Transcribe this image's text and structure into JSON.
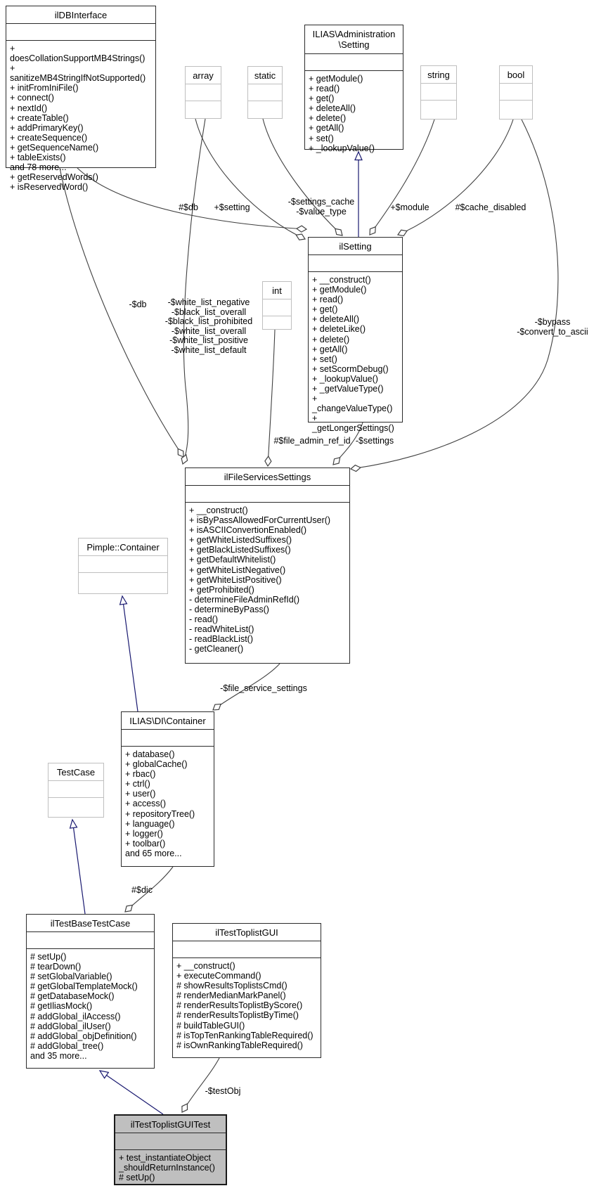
{
  "colors": {
    "inheritance_edge": "#191970",
    "usage_edge": "#404040",
    "focus_fill": "#bfbfbf",
    "external_border": "#bfbfbf",
    "class_border": "#2b2b2b"
  },
  "classes": {
    "ilDBInterface": {
      "title": "ilDBInterface",
      "methods": [
        "+ doesCollationSupportMB4Strings()",
        "+ sanitizeMB4StringIfNotSupported()",
        "+ initFromIniFile()",
        "+ connect()",
        "+ nextId()",
        "+ createTable()",
        "+ addPrimaryKey()",
        "+ createSequence()",
        "+ getSequenceName()",
        "+ tableExists()",
        "and 78 more...",
        "+ getReservedWords()",
        "+ isReservedWord()"
      ]
    },
    "array": {
      "title": "array",
      "methods": []
    },
    "static": {
      "title": "static",
      "methods": []
    },
    "admin_setting": {
      "title": "ILIAS\\Administration\n\\Setting",
      "methods": [
        "+ getModule()",
        "+ read()",
        "+ get()",
        "+ deleteAll()",
        "+ delete()",
        "+ getAll()",
        "+ set()",
        "+ _lookupValue()"
      ]
    },
    "string": {
      "title": "string",
      "methods": []
    },
    "bool": {
      "title": "bool",
      "methods": []
    },
    "ilSetting": {
      "title": "ilSetting",
      "methods": [
        "+ __construct()",
        "+ getModule()",
        "+ read()",
        "+ get()",
        "+ deleteAll()",
        "+ deleteLike()",
        "+ delete()",
        "+ getAll()",
        "+ set()",
        "+ setScormDebug()",
        "+ _lookupValue()",
        "+ _getValueType()",
        "+ _changeValueType()",
        "+ _getLongerSettings()"
      ]
    },
    "int": {
      "title": "int",
      "methods": []
    },
    "ilFileServicesSettings": {
      "title": "ilFileServicesSettings",
      "methods": [
        "+ __construct()",
        "+ isByPassAllowedForCurrentUser()",
        "+ isASCIIConvertionEnabled()",
        "+ getWhiteListedSuffixes()",
        "+ getBlackListedSuffixes()",
        "+ getDefaultWhitelist()",
        "+ getWhiteListNegative()",
        "+ getWhiteListPositive()",
        "+ getProhibited()",
        "- determineFileAdminRefId()",
        "- determineByPass()",
        "- read()",
        "- readWhiteList()",
        "- readBlackList()",
        "- getCleaner()"
      ]
    },
    "pimple": {
      "title": "Pimple::Container",
      "methods": []
    },
    "di_container": {
      "title": "ILIAS\\DI\\Container",
      "methods": [
        "+ database()",
        "+ globalCache()",
        "+ rbac()",
        "+ ctrl()",
        "+ user()",
        "+ access()",
        "+ repositoryTree()",
        "+ language()",
        "+ logger()",
        "+ toolbar()",
        "and 65 more..."
      ]
    },
    "TestCase": {
      "title": "TestCase",
      "methods": []
    },
    "ilTestBaseTestCase": {
      "title": "ilTestBaseTestCase",
      "methods": [
        "# setUp()",
        "# tearDown()",
        "# setGlobalVariable()",
        "# getGlobalTemplateMock()",
        "# getDatabaseMock()",
        "# getIliasMock()",
        "# addGlobal_ilAccess()",
        "# addGlobal_ilUser()",
        "# addGlobal_objDefinition()",
        "# addGlobal_tree()",
        "and 35 more..."
      ]
    },
    "ilTestToplistGUI": {
      "title": "ilTestToplistGUI",
      "methods": [
        "+ __construct()",
        "+ executeCommand()",
        "# showResultsToplistsCmd()",
        "# renderMedianMarkPanel()",
        "# renderResultsToplistByScore()",
        "# renderResultsToplistByTime()",
        "# buildTableGUI()",
        "# isTopTenRankingTableRequired()",
        "# isOwnRankingTableRequired()"
      ]
    },
    "ilTestToplistGUITest": {
      "title": "ilTestToplistGUITest",
      "methods": [
        "+ test_instantiateObject\n_shouldReturnInstance()",
        "# setUp()"
      ]
    }
  },
  "edge_labels": {
    "db": "#$db",
    "setting": "+$setting",
    "settings_cache": "-$settings_cache\n-$value_type",
    "module": "+$module",
    "cache_disabled": "#$cache_disabled",
    "db2": "-$db",
    "white_lists": "-$white_list_negative\n-$black_list_overall\n-$black_list_prohibited\n-$white_list_overall\n-$white_list_positive\n-$white_list_default",
    "bypass": "-$bypass\n-$convert_to_ascii",
    "file_admin_ref_id": "#$file_admin_ref_id",
    "settings": "-$settings",
    "file_service_settings": "-$file_service_settings",
    "dic": "#$dic",
    "testObj": "-$testObj"
  }
}
